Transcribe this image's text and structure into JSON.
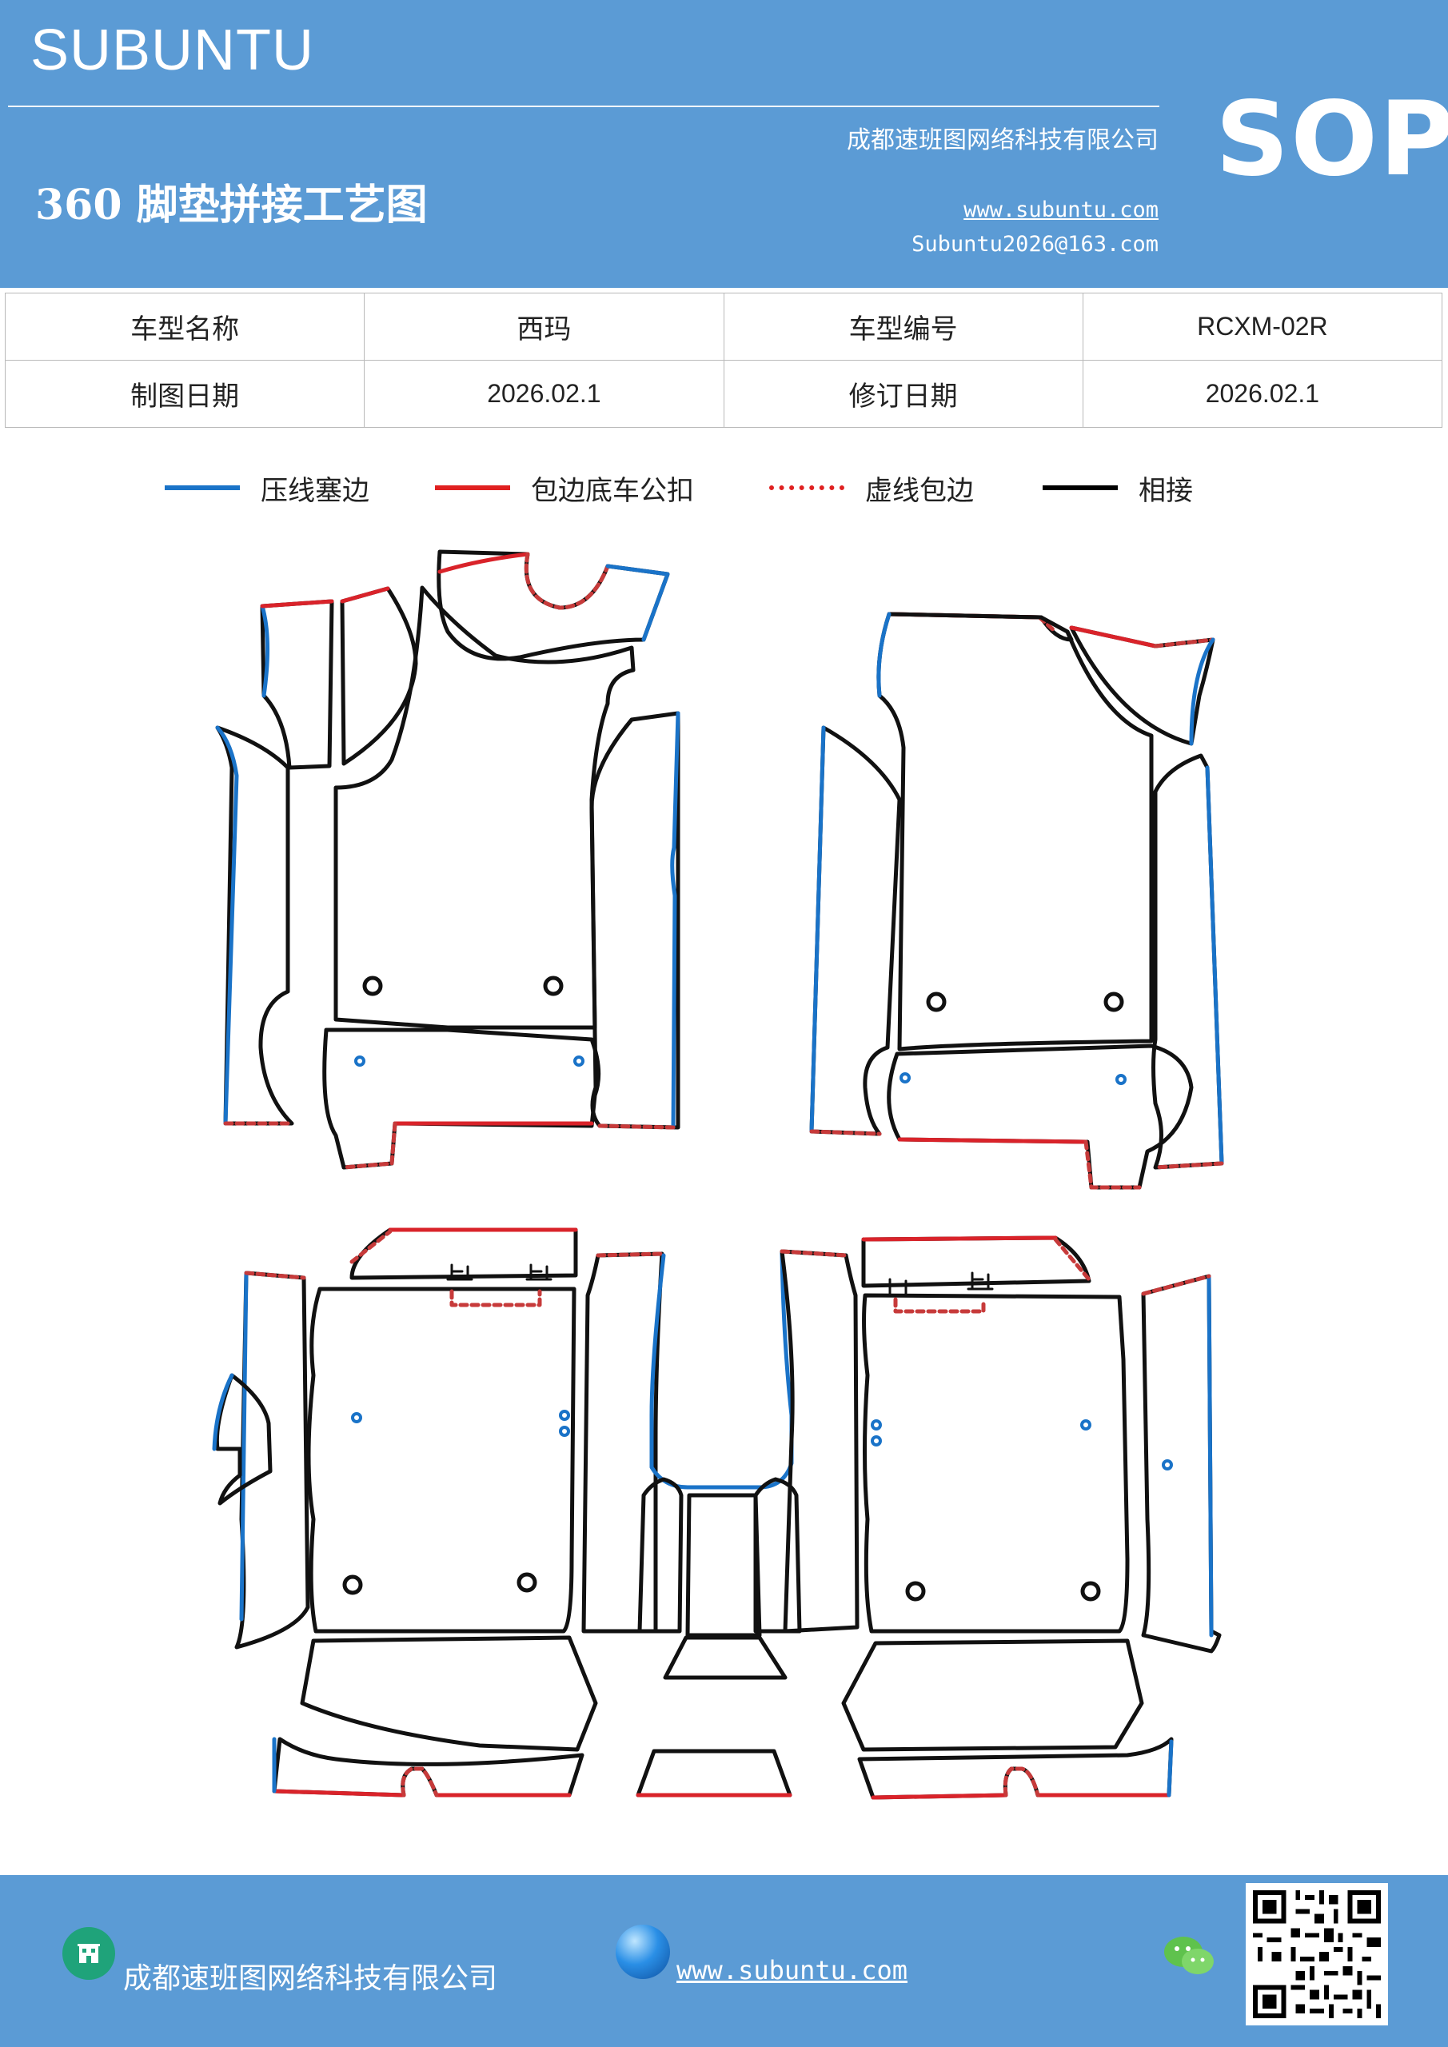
{
  "header": {
    "brand": "SUBUNTU",
    "company": "成都速班图网络科技有限公司",
    "website": "www.subuntu.com",
    "email": "Subuntu2026@163.com",
    "sop": "SOP",
    "title": "360 脚垫拼接工艺图",
    "bg_color": "#5b9bd5"
  },
  "info": {
    "row1": {
      "label1": "车型名称",
      "value1": "西玛",
      "label2": "车型编号",
      "value2": "RCXM-02R"
    },
    "row2": {
      "label1": "制图日期",
      "value1": "2026.02.1",
      "label2": "修订日期",
      "value2": "2026.02.1"
    }
  },
  "legend": [
    {
      "label": "压线塞边",
      "color": "#1a73c8",
      "style": "solid"
    },
    {
      "label": "包边底车公扣",
      "color": "#e02020",
      "style": "solid"
    },
    {
      "label": "虚线包边",
      "color": "#e02020",
      "style": "dashed"
    },
    {
      "label": "相接",
      "color": "#000000",
      "style": "solid"
    }
  ],
  "diagram": {
    "clip_mark": "止",
    "colors": {
      "blue": "#1a73c8",
      "red": "#d9232a",
      "dash": "#c73a3a",
      "black": "#111111"
    }
  },
  "footer": {
    "company": "成都速班图网络科技有限公司",
    "website": "www.subuntu.com",
    "icons": [
      "building-icon",
      "globe-icon",
      "wechat-icon",
      "qr-code"
    ]
  }
}
